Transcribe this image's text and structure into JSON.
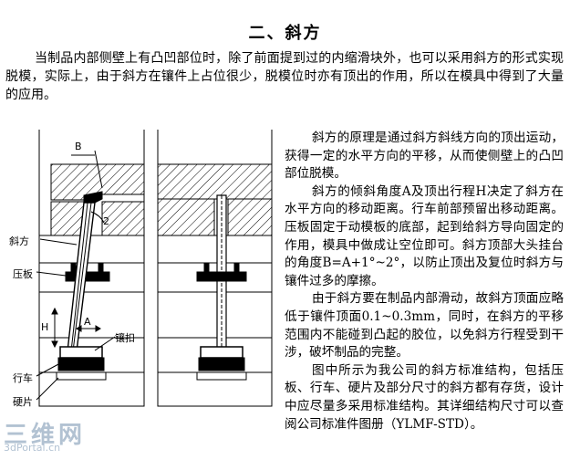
{
  "heading": "二、斜方",
  "intro": "当制品内部侧壁上有凸凹部位时，除了前面提到过的内缩滑块外，也可以采用斜方的形式实现脱模，实际上，由于斜方在镶件上占位很少，脱模位时亦有顶出的作用，所以在模具中得到了大量的应用。",
  "paragraphs": [
    "斜方的原理是通过斜方斜线方向的顶出运动，获得一定的水平方向的平移，从而使侧壁上的凸凹部位脱模。",
    "斜方的倾斜角度A及顶出行程H决定了斜方在水平方向的移动距离。行车前部预留出移动距离。压板固定于动模板的底部，起到给斜方导向固定的作用，模具中做成让空位即可。斜方顶部大头挂台的角度B=A+1°~2°，以防止顶出及复位时斜方与镶件过多的摩擦。",
    "由于斜方要在制品内部滑动，故斜方顶面应略低于镶件顶面0.1~0.3mm，同时，在斜方的平移范围内不能碰到凸起的胶位，以免斜方行程受到干涉，破坏制品的完整。",
    "图中所示为我公司的斜方标准结构，包括压板、行车、硬片及部分尺寸的斜方都有存货，设计中应尽量多采用标准结构。其详细结构尺寸可以查阅公司标准件图册（YLMF-STD）。"
  ],
  "figure_labels": {
    "B": "B",
    "two": "2",
    "A": "A",
    "H": "H",
    "xiefang": "斜方",
    "yaban": "压板",
    "xingche": "行车",
    "yingpian": "硬片",
    "jianlu": "镶扣"
  },
  "watermark": {
    "main": "三维网",
    "sub": "3dPortal.cn"
  }
}
